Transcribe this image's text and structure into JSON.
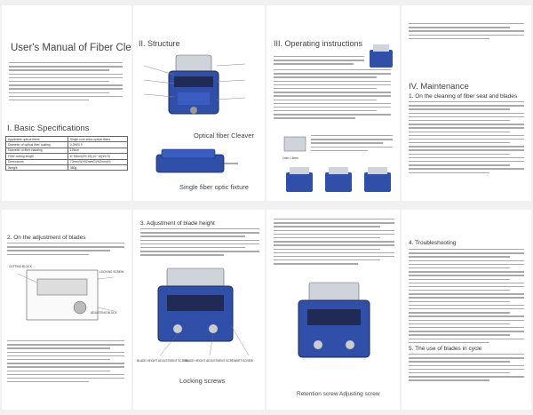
{
  "pages": {
    "p1": {
      "title": "User's Manual of Fiber Cleaver",
      "section": "I. Basic Specifications"
    },
    "p2": {
      "title": "II. Structure",
      "caption1": "Optical fiber Cleaver",
      "caption2": "Single fiber optic fixture"
    },
    "p3": {
      "title": "III. Operating instructions"
    },
    "p4": {
      "section": "IV. Maintenance",
      "sub": "1. On the cleaning of fiber seat and blades"
    },
    "p5": {
      "section": "2. On the adjustment of blades"
    },
    "p6": {
      "section": "3. Adjustment of blade height",
      "caption": "Locking screws"
    },
    "p7": {
      "caption": "Retention screw   Adjusting screw"
    },
    "p8": {
      "section": "4. Troubleshooting",
      "sub": "5. The use of blades in cycle"
    }
  },
  "specs": {
    "header": [
      "Applicable optical fibers",
      "Single core silica optical fibers"
    ],
    "rows": [
      [
        "Diameter of optical fiber coating",
        "0.25Φ0.9"
      ],
      [
        "Diameter of fiber cladding",
        "125um"
      ],
      [
        "Fiber cutting length",
        "6~16mm(Φ0.25),10~16(Φ0.9)"
      ],
      [
        "Dimensions",
        "72mm(W)*62mm(D)*62mm(H)"
      ],
      [
        "Weight",
        "380g"
      ]
    ]
  },
  "labels": {
    "p5_a": "CUTTING BLOCK",
    "p5_b": "LOCKING SCREW",
    "p5_c": "ADJUSTING BLOCK",
    "p6_a": "BLADE HEIGHT ADJUSTMENT SCREW",
    "p6_b": "BLADE HEIGHT ADJUSTMENT SCREW",
    "p6_c": "SET SCREW",
    "p3_a": "1mm  1.5mm"
  },
  "colors": {
    "device_blue": "#2f4fa8",
    "device_dark": "#1f2a55",
    "text_gray": "#9a9a9a"
  }
}
